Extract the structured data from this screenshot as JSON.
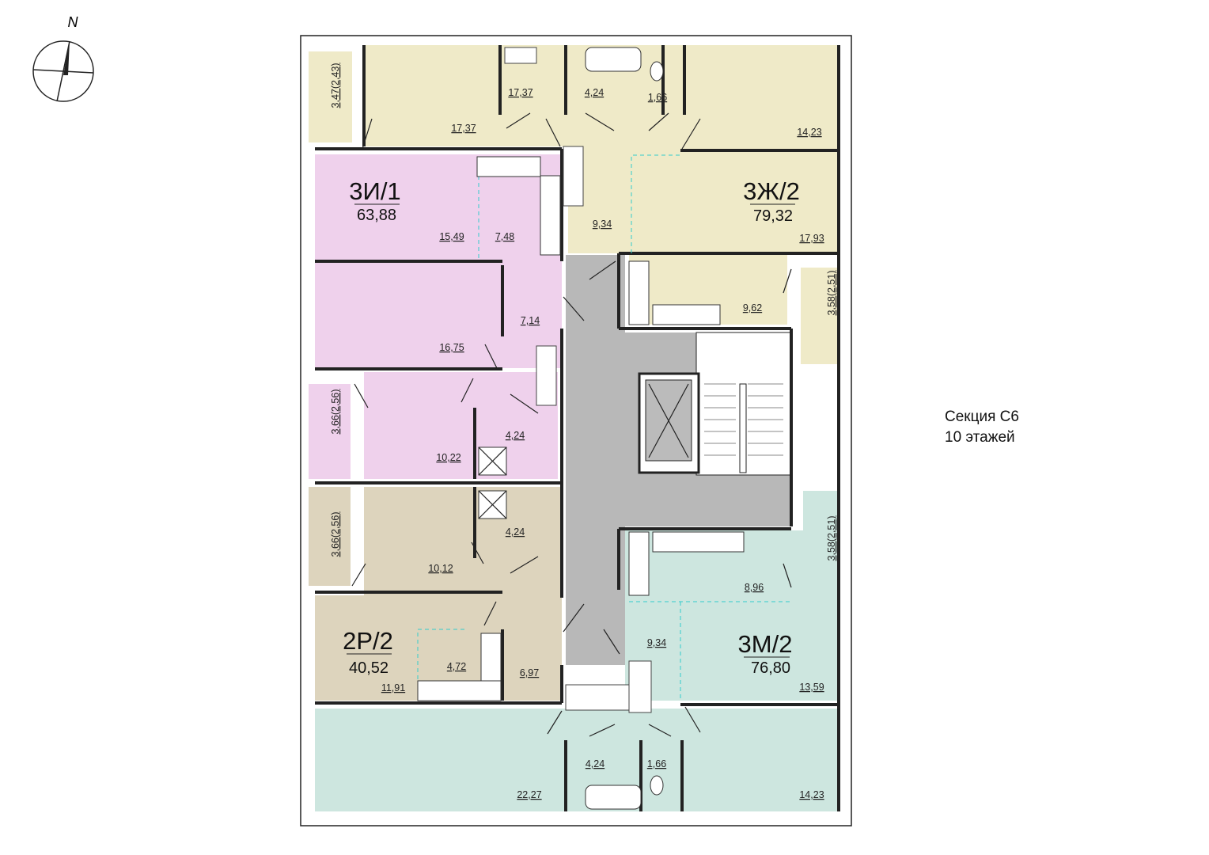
{
  "compass": {
    "north_label": "N"
  },
  "section": {
    "name": "Секция С6",
    "floors": "10 этажей"
  },
  "colors": {
    "apt_3zh2": "#efeac8",
    "apt_3i1": "#efd1ec",
    "apt_2r2": "#ddd4bd",
    "apt_3m2": "#cde6df",
    "corridor": "#b8b8b8"
  },
  "apartments": [
    {
      "code": "3Ж/2",
      "total": "79,32",
      "rooms": [
        "17,37",
        "4,24",
        "1,66",
        "17,37",
        "14,23",
        "9,34",
        "17,93",
        "9,62"
      ]
    },
    {
      "code": "3И/1",
      "total": "63,88",
      "rooms": [
        "15,49",
        "7,48",
        "7,14",
        "16,75",
        "4,24",
        "10,22"
      ]
    },
    {
      "code": "2Р/2",
      "total": "40,52",
      "rooms": [
        "4,24",
        "10,12",
        "6,97",
        "4,72",
        "11,91"
      ]
    },
    {
      "code": "3М/2",
      "total": "76,80",
      "rooms": [
        "8,96",
        "9,34",
        "13,59",
        "4,24",
        "1,66",
        "22,27",
        "14,23"
      ]
    }
  ],
  "balconies": [
    "3,47(2,43)",
    "3,58(2,51)",
    "3,66(2,56)",
    "3,66(2,56)",
    "3,58(2,51)"
  ]
}
